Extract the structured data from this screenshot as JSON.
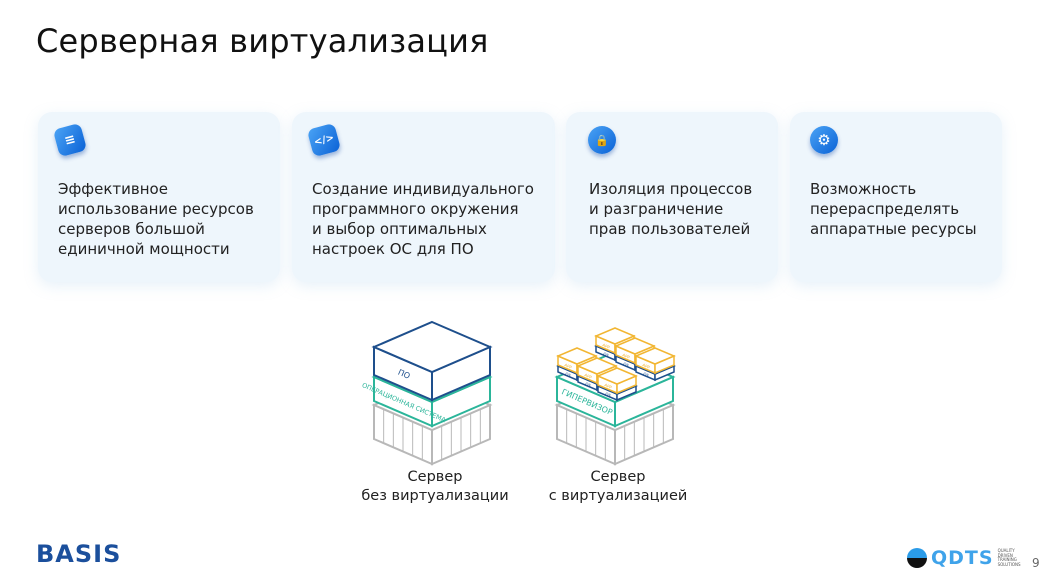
{
  "title": "Серверная виртуализация",
  "cards": [
    {
      "icon": "server-list-icon",
      "glyph": "≡",
      "text": "Эффективное\nиспользование ресурсов\nсерверов большой\nединичной мощности"
    },
    {
      "icon": "code-icon",
      "glyph": "</>",
      "text": "Создание индивидуального\nпрограммного окружения\nи выбор оптимальных\nнастроек ОС для ПО"
    },
    {
      "icon": "lock-icon",
      "glyph": "🔒",
      "text": "Изоляция процессов\nи разграничение\nправ пользователей"
    },
    {
      "icon": "gear-icon",
      "glyph": "⚙",
      "text": "Возможность\nперераспределять\nаппаратные ресурсы"
    }
  ],
  "diagram": {
    "software_label": "ПО",
    "os_label": "ОПЕРАЦИОННАЯ СИСТЕМА",
    "hypervisor_label": "ГИПЕРВИЗОР",
    "app_label": "APP",
    "vm_os_label": "OS",
    "colors": {
      "software": "#1e4f8c",
      "os": "#2bb59a",
      "hardware": "#b8b8b8",
      "app": "#f2b632"
    }
  },
  "captions": {
    "left": "Сервер\nбез виртуализации",
    "right": "Сервер\nс виртуализацией"
  },
  "footer": {
    "logo": "BASIS",
    "partner": "QDTS",
    "partner_tagline": "QUALITY DRIVEN TRAINING SOLUTIONS",
    "page": "9"
  }
}
